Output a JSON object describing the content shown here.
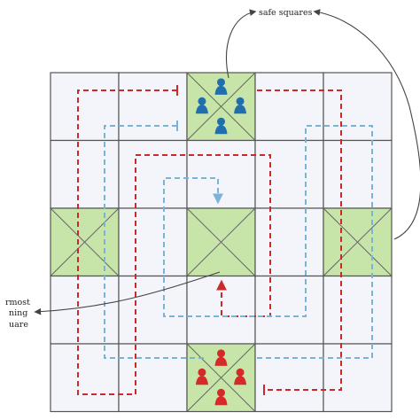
{
  "labels": {
    "safe_squares": "safe squares",
    "innermost_line1": "rmost",
    "innermost_line2": "ning",
    "innermost_line3": "uare"
  },
  "board": {
    "rows": 5,
    "cols": 5
  },
  "safe_cells": [
    [
      0,
      2
    ],
    [
      2,
      0
    ],
    [
      2,
      2
    ],
    [
      2,
      4
    ],
    [
      4,
      2
    ]
  ],
  "pieces": {
    "blue": {
      "color": "#1f6fb0",
      "cell": [
        0,
        2
      ],
      "count": 4
    },
    "red": {
      "color": "#d62a2a",
      "cell": [
        4,
        2
      ],
      "count": 4
    }
  },
  "colors": {
    "cell_fill": "#f4f5fb",
    "safe_fill": "#c7e5a9",
    "grid_line": "#555555",
    "red_path": "#cc2a2a",
    "blue_path": "#7ab3d8",
    "arrow": "#444444"
  },
  "paths": [
    "red",
    "blue"
  ]
}
